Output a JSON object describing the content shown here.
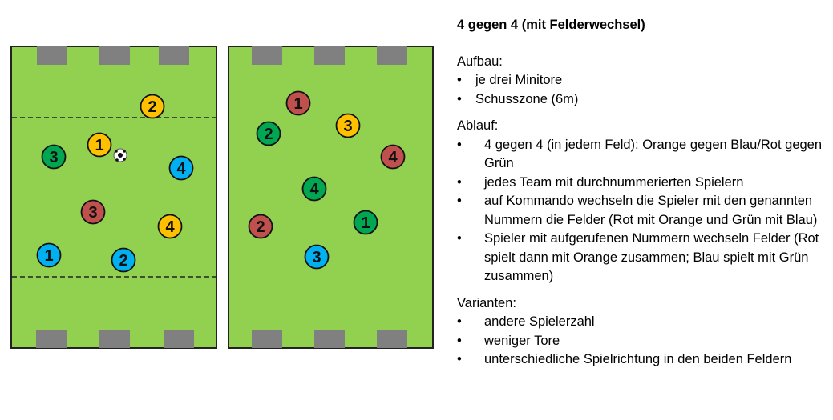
{
  "colors": {
    "field": "#92D050",
    "goal": "#808080",
    "orange": "#FFC000",
    "blue": "#00B0F0",
    "red": "#C0504D",
    "green": "#00A651"
  },
  "fields": [
    {
      "name": "left",
      "players": [
        {
          "team": "orange",
          "number": "2"
        },
        {
          "team": "orange",
          "number": "1"
        },
        {
          "team": "green",
          "number": "3"
        },
        {
          "team": "blue",
          "number": "4"
        },
        {
          "team": "red",
          "number": "3"
        },
        {
          "team": "orange",
          "number": "4"
        },
        {
          "team": "blue",
          "number": "1"
        },
        {
          "team": "blue",
          "number": "2"
        }
      ]
    },
    {
      "name": "right",
      "players": [
        {
          "team": "red",
          "number": "1"
        },
        {
          "team": "green",
          "number": "2"
        },
        {
          "team": "orange",
          "number": "3"
        },
        {
          "team": "red",
          "number": "4"
        },
        {
          "team": "green",
          "number": "4"
        },
        {
          "team": "red",
          "number": "2"
        },
        {
          "team": "green",
          "number": "1"
        },
        {
          "team": "blue",
          "number": "3"
        }
      ]
    }
  ],
  "text": {
    "title": "4 gegen 4 (mit Felderwechsel)",
    "aufbau": {
      "heading": "Aufbau:",
      "items": [
        "je drei Minitore",
        "Schusszone (6m)"
      ]
    },
    "ablauf": {
      "heading": "Ablauf:",
      "items": [
        "4 gegen 4 (in jedem Feld): Orange gegen Blau/Rot gegen Grün",
        "jedes Team mit durchnummerierten Spielern",
        "auf Kommando wechseln die Spieler mit den genannten Nummern die Felder (Rot mit Orange und Grün mit Blau)",
        "Spieler mit aufgerufenen Nummern wechseln Felder (Rot spielt dann mit Orange zusammen; Blau spielt mit Grün zusammen)"
      ]
    },
    "varianten": {
      "heading": "Varianten:",
      "items": [
        "andere Spielerzahl",
        "weniger Tore",
        "unterschiedliche Spielrichtung in den beiden Feldern"
      ]
    }
  }
}
